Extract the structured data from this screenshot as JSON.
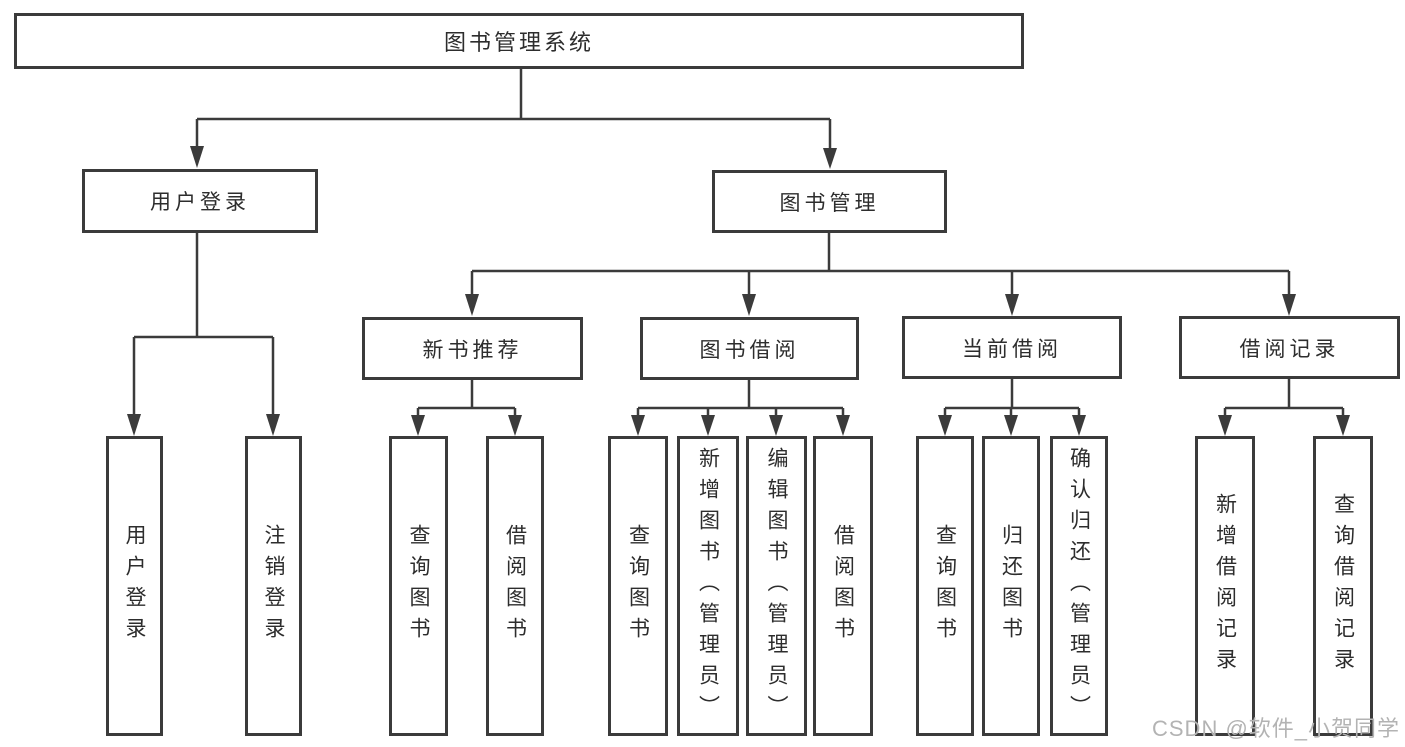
{
  "diagram": {
    "type": "hierarchy-tree",
    "colors": {
      "line": "#3b3b3b",
      "box_border": "#3b3b3b",
      "box_fill": "#ffffff",
      "text": "#2d2d2d",
      "watermark": "#b3b3b3",
      "background": "#ffffff"
    },
    "tree": {
      "label": "图书管理系统",
      "children": [
        {
          "label": "用户登录",
          "children": [
            {
              "label": "用户登录"
            },
            {
              "label": "注销登录"
            }
          ]
        },
        {
          "label": "图书管理",
          "children": [
            {
              "label": "新书推荐",
              "children": [
                {
                  "label": "查询图书"
                },
                {
                  "label": "借阅图书"
                }
              ]
            },
            {
              "label": "图书借阅",
              "children": [
                {
                  "label": "查询图书"
                },
                {
                  "label": "新增图书（管理员）"
                },
                {
                  "label": "编辑图书（管理员）"
                },
                {
                  "label": "借阅图书"
                }
              ]
            },
            {
              "label": "当前借阅",
              "children": [
                {
                  "label": "查询图书"
                },
                {
                  "label": "归还图书"
                },
                {
                  "label": "确认归还（管理员）"
                }
              ]
            },
            {
              "label": "借阅记录",
              "children": [
                {
                  "label": "新增借阅记录"
                },
                {
                  "label": "查询借阅记录"
                }
              ]
            }
          ]
        }
      ]
    },
    "watermark": "CSDN @软件_小贺同学"
  }
}
